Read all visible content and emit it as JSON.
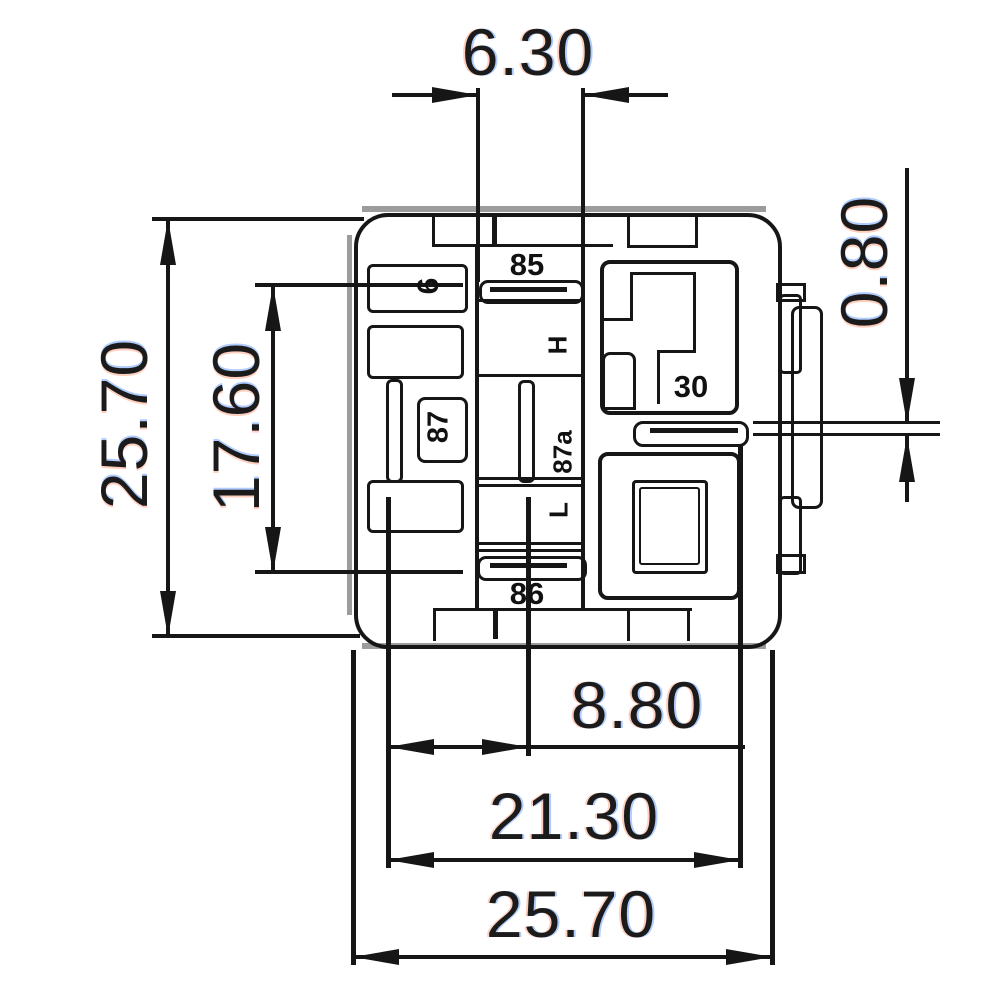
{
  "dimensions": {
    "top_pin_span": "6.30",
    "terminal_thickness": "0.80",
    "body_height": "25.70",
    "inner_pin_span": "17.60",
    "pin_offset": "8.80",
    "terminal_span": "21.30",
    "body_width": "25.70"
  },
  "terminals": {
    "t85": "85",
    "t86": "86",
    "t87": "87",
    "t87a": "87a",
    "t30": "30",
    "tH": "H",
    "tL": "L",
    "t6": "6"
  }
}
